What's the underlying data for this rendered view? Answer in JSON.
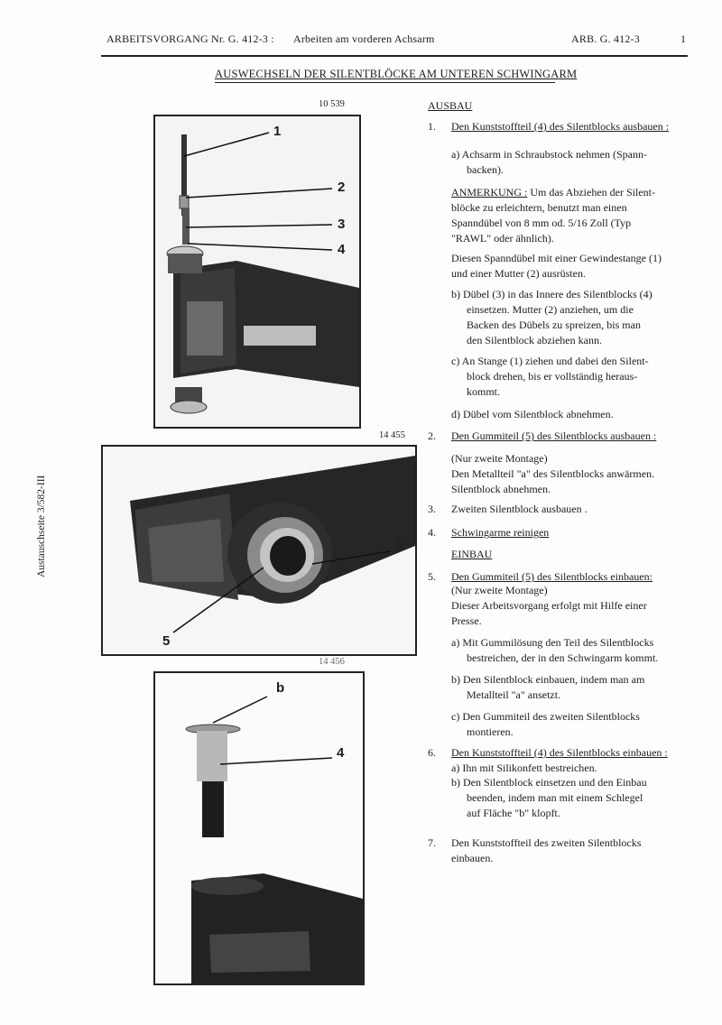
{
  "header": {
    "left": "ARBEITSVORGANG Nr. G. 412-3 :",
    "subject": "Arbeiten am vorderen Achsarm",
    "ref": "ARB. G. 412-3",
    "page": "1"
  },
  "title": "AUSWECHSELN DER SILENTBLÖCKE AM UNTEREN SCHWINGARM",
  "sidebar_note": "Austauschseite 3/582-III",
  "figures": [
    {
      "number": "10 539",
      "callouts": [
        "1",
        "2",
        "3",
        "4"
      ]
    },
    {
      "number": "14 455",
      "callouts": [
        "a",
        "5"
      ]
    },
    {
      "number": "14 456",
      "callouts": [
        "b",
        "4"
      ]
    }
  ],
  "text": {
    "ausbau": "AUSBAU",
    "s1_num": "1.",
    "s1_title": "Den Kunststoffteil (4) des Silentblocks ausbauen :",
    "s1a": [
      "a) Achsarm in Schraubstock nehmen (Spann-",
      "backen)."
    ],
    "anm_label": "ANMERKUNG :",
    "anm": [
      " Um das Abziehen der Silent-",
      "blöcke zu erleichtern, benutzt man einen",
      "Spanndübel von 8 mm od. 5/16 Zoll (Typ",
      "\"RAWL\" oder ähnlich)."
    ],
    "spann": [
      "Diesen Spanndübel mit einer Gewindestange (1)",
      "und einer Mutter (2) ausrüsten."
    ],
    "s1b": [
      "b) Dübel (3) in das Innere des Silentblocks (4)",
      "einsetzen. Mutter (2) anziehen, um die",
      "Backen des Dübels zu spreizen, bis man",
      "den Silentblock abziehen kann."
    ],
    "s1c": [
      "c) An Stange (1) ziehen und dabei den Silent-",
      "block drehen, bis er vollständig heraus-",
      "kommt."
    ],
    "s1d": "d) Dübel vom Silentblock abnehmen.",
    "s2_num": "2.",
    "s2_title": "Den Gummiteil (5) des Silentblocks ausbauen :",
    "s2_body": [
      "(Nur zweite Montage)",
      "Den Metallteil \"a\" des Silentblocks anwärmen.",
      "Silentblock abnehmen."
    ],
    "s3_num": "3.",
    "s3": "Zweiten Silentblock ausbauen .",
    "s4_num": "4.",
    "s4": "Schwingarme reinigen",
    "einbau": "EINBAU",
    "s5_num": "5.",
    "s5_title": "Den Gummiteil (5) des Silentblocks einbauen:",
    "s5_body": [
      "(Nur zweite Montage)",
      "Dieser Arbeitsvorgang erfolgt mit Hilfe einer",
      "Presse."
    ],
    "s5a": [
      "a) Mit Gummilösung den Teil des Silentblocks",
      "bestreichen, der in den Schwingarm kommt."
    ],
    "s5b": [
      "b) Den Silentblock einbauen, indem man am",
      "Metallteil \"a\" ansetzt."
    ],
    "s5c": [
      "c) Den Gummiteil des zweiten Silentblocks",
      "montieren."
    ],
    "s6_num": "6.",
    "s6_title": "Den Kunststoffteil (4) des Silentblocks einbauen :",
    "s6a": "a) Ihn mit Silikonfett bestreichen.",
    "s6b": [
      "b) Den Silentblock einsetzen und den Einbau",
      "beenden, indem man mit einem Schlegel",
      "auf Fläche \"b\" klopft."
    ],
    "s7_num": "7.",
    "s7": [
      "Den Kunststoffteil des zweiten Silentblocks",
      "einbauen."
    ]
  }
}
